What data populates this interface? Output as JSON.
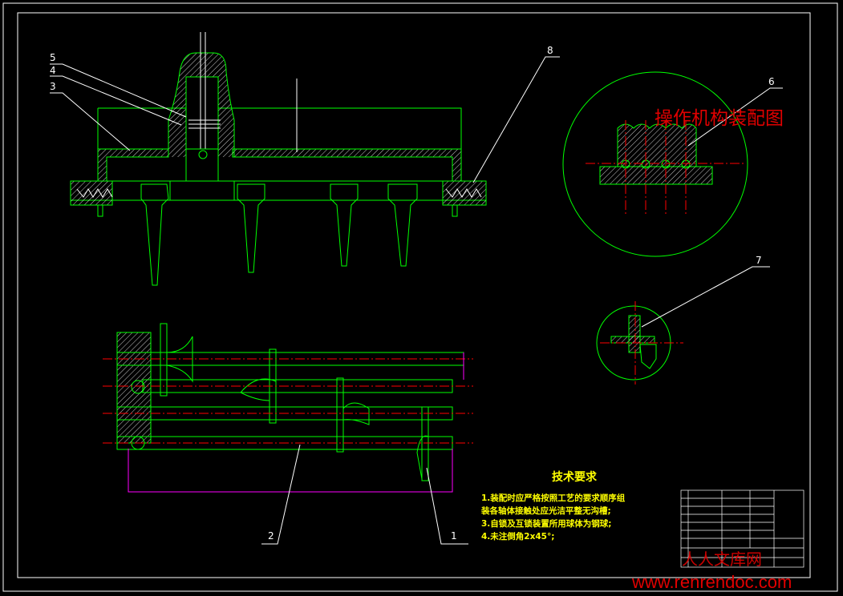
{
  "drawing": {
    "title": "操作机构装配图",
    "balloons": [
      "5",
      "4",
      "3",
      "8",
      "6",
      "7",
      "2",
      "1"
    ],
    "tech_requirements": {
      "title": "技术要求",
      "notes": [
        "1.装配时应严格按照工艺的要求顺序组",
        "装各轴体接触处应光洁平整无沟槽;",
        "3.自锁及互锁装置所用球体为钢球;",
        "4.未注倒角2x45°;"
      ]
    },
    "watermark": {
      "site_name": "人人文库网",
      "url": "www.renrendoc.com"
    }
  },
  "colors": {
    "background": "#000000",
    "frame": "#ffffff",
    "outline": "#00ff00",
    "hatch": "#ffffff",
    "centerline": "#ff0000",
    "dimension": "#ff00ff",
    "text_yellow": "#ffff00",
    "title_red": "#e00000"
  }
}
